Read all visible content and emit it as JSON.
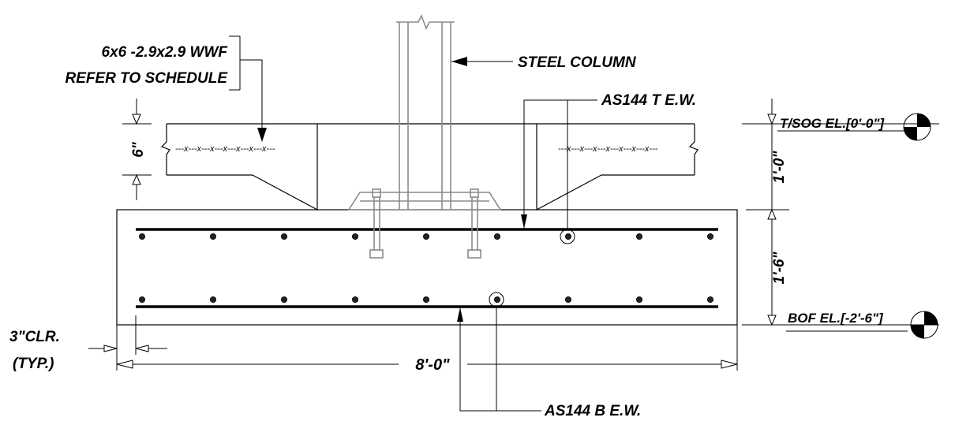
{
  "labels": {
    "wwf_line1": "6x6 -2.9x2.9 WWF",
    "wwf_line2": "REFER TO SCHEDULE",
    "steel_column": "STEEL COLUMN",
    "top_bars": "AS144  T E.W.",
    "bottom_bars": "AS144  B E.W.",
    "slab_thickness": "6\"",
    "slab_to_footing": "1'-0\"",
    "footing_depth": "1'-6\"",
    "footing_width": "8'-0\"",
    "clear_cover_line1": "3\"CLR.",
    "clear_cover_line2": "(TYP.)",
    "top_of_slab_elev": "T/SOG EL.[0'-0\"]",
    "bottom_of_footing_elev": "BOF EL.[-2'-6\"]",
    "wwf_pattern_left": "---x---x---x---x---x---x---x---",
    "wwf_pattern_right": "---x---x---x---x---x---x---x---"
  },
  "colors": {
    "line": "#000000",
    "column": "#8a8a8a",
    "background": "#ffffff"
  },
  "top_bar_dots_count": 9,
  "bottom_bar_dots_count": 9
}
